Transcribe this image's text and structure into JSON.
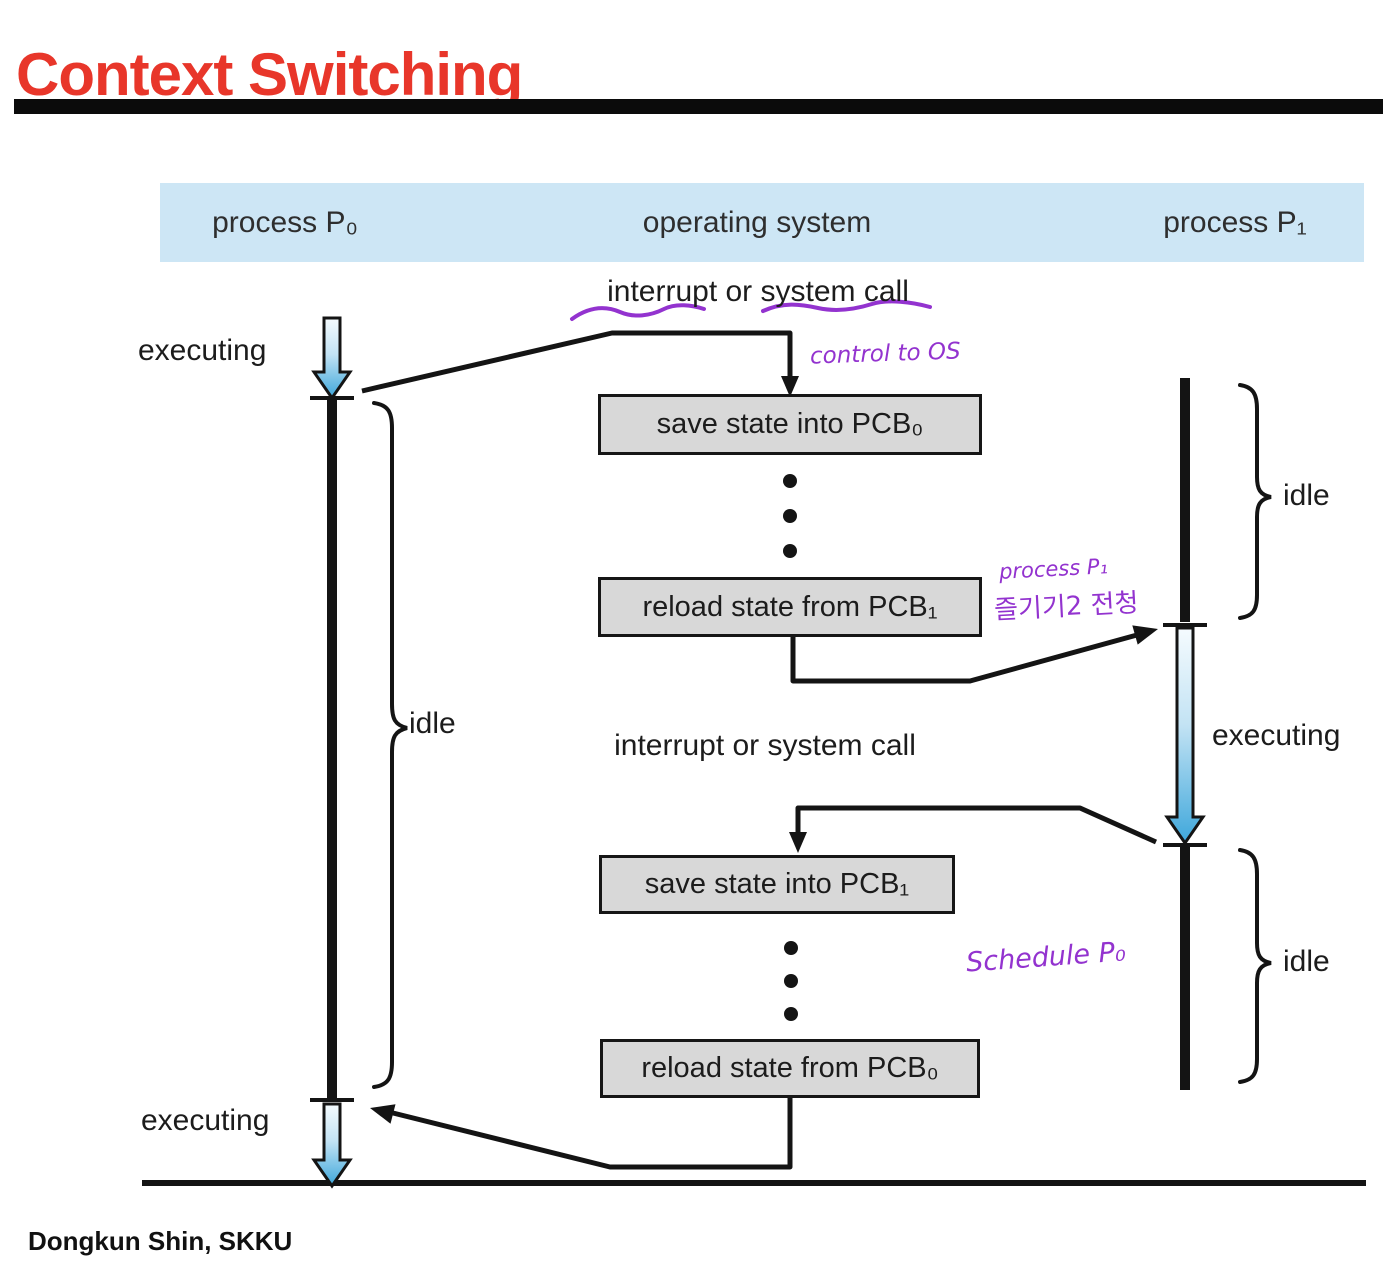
{
  "slide": {
    "title": "Context Switching",
    "footer": "Dongkun Shin, SKKU"
  },
  "columns": {
    "p0": "process P₀",
    "os": "operating system",
    "p1": "process P₁"
  },
  "events": {
    "interrupt_top": "interrupt or system call",
    "interrupt_bottom": "interrupt or system call"
  },
  "os_boxes": {
    "save_pcb0": "save state into PCB₀",
    "reload_pcb1": "reload state from PCB₁",
    "save_pcb1": "save state into PCB₁",
    "reload_pcb0": "reload state from PCB₀"
  },
  "process_states": {
    "p0_executing_top": "executing",
    "p0_idle": "idle",
    "p0_executing_bottom": "executing",
    "p1_idle_top": "idle",
    "p1_executing": "executing",
    "p1_idle_bottom": "idle"
  },
  "handwritten_annotations": {
    "control_to_os": "control to OS",
    "process_p1": "process P₁",
    "process_p1_korean": "즐기기2 전청",
    "schedule_p0": "Schedule P₀"
  },
  "colors": {
    "title_red": "#e8362a",
    "header_bar_blue": "#cde6f5",
    "box_gray": "#d8d8d8",
    "annotation_purple": "#9333cf",
    "arrow_blue": "#3ea7db"
  }
}
